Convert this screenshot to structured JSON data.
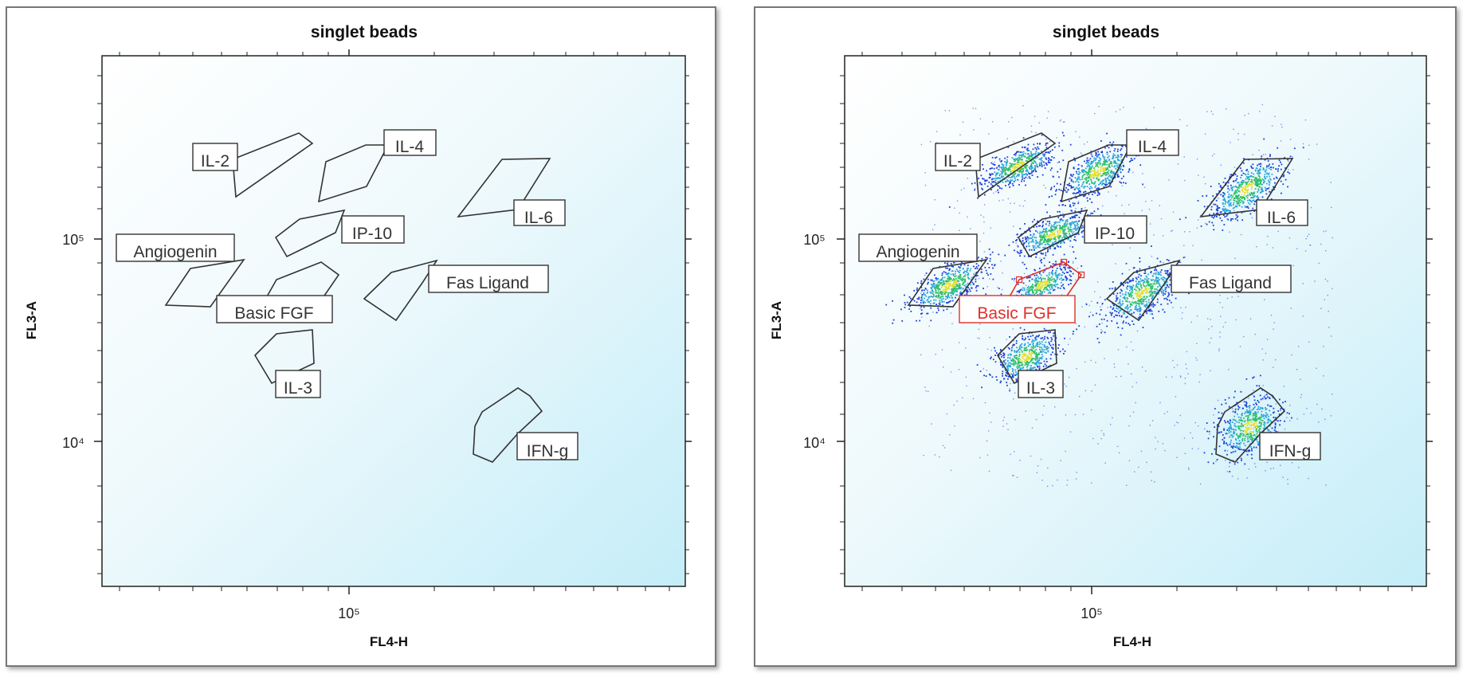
{
  "chart_data": [
    {
      "type": "scatter",
      "title": "singlet beads",
      "xlabel": "FL4-H",
      "ylabel": "FL3-A",
      "x_scale": "log",
      "y_scale": "log",
      "x_tick_labels": [
        "10⁵"
      ],
      "y_tick_labels": [
        "10⁵",
        "10⁴"
      ],
      "grid": false,
      "events_shown": false,
      "gates": [
        {
          "name": "IL-2",
          "highlighted": false
        },
        {
          "name": "IL-4",
          "highlighted": false
        },
        {
          "name": "IL-6",
          "highlighted": false
        },
        {
          "name": "IP-10",
          "highlighted": false
        },
        {
          "name": "Angiogenin",
          "highlighted": false
        },
        {
          "name": "Fas Ligand",
          "highlighted": false
        },
        {
          "name": "Basic FGF",
          "highlighted": false
        },
        {
          "name": "IL-3",
          "highlighted": false
        },
        {
          "name": "IFN-g",
          "highlighted": false
        }
      ]
    },
    {
      "type": "scatter",
      "title": "singlet beads",
      "xlabel": "FL4-H",
      "ylabel": "FL3-A",
      "x_scale": "log",
      "y_scale": "log",
      "x_tick_labels": [
        "10⁵"
      ],
      "y_tick_labels": [
        "10⁵",
        "10⁴"
      ],
      "grid": false,
      "events_shown": true,
      "density_colors": [
        "#1a3fd8",
        "#2aa6d6",
        "#2fbf6a",
        "#e5e02a"
      ],
      "gates": [
        {
          "name": "IL-2",
          "highlighted": false
        },
        {
          "name": "IL-4",
          "highlighted": false
        },
        {
          "name": "IL-6",
          "highlighted": false
        },
        {
          "name": "IP-10",
          "highlighted": false
        },
        {
          "name": "Angiogenin",
          "highlighted": false
        },
        {
          "name": "Fas Ligand",
          "highlighted": false
        },
        {
          "name": "Basic FGF",
          "highlighted": true,
          "color": "#e0302a"
        },
        {
          "name": "IL-3",
          "highlighted": false
        },
        {
          "name": "IFN-g",
          "highlighted": false
        }
      ]
    }
  ]
}
